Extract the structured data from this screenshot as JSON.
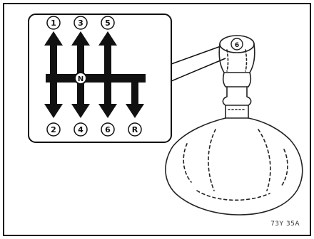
{
  "shift_pattern": {
    "top_labels": [
      "1",
      "3",
      "5"
    ],
    "bottom_labels": [
      "2",
      "4",
      "6",
      "R"
    ],
    "neutral_label": "N"
  },
  "knob_label": "6",
  "figure_code": "73Y 35A"
}
